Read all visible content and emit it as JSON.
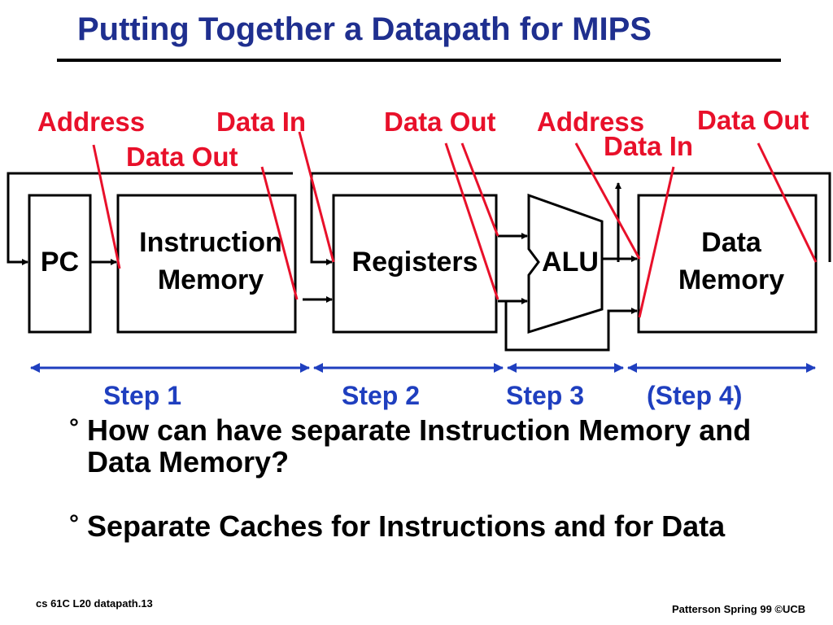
{
  "title": "Putting Together a Datapath for MIPS",
  "labels": {
    "im_address": "Address",
    "im_data_in": "Data In",
    "im_data_out": "Data Out",
    "reg_data_out": "Data Out",
    "dm_address": "Address",
    "dm_data_in": "Data In",
    "dm_data_out": "Data Out"
  },
  "boxes": {
    "pc": "PC",
    "instruction_memory_line1": "Instruction",
    "instruction_memory_line2": "Memory",
    "registers": "Registers",
    "alu": "ALU",
    "data_memory_line1": "Data",
    "data_memory_line2": "Memory"
  },
  "steps": [
    "Step 1",
    "Step 2",
    "Step 3",
    "(Step 4)"
  ],
  "bullets": [
    {
      "mark": "°",
      "text": "How can have separate Instruction Memory and Data Memory?"
    },
    {
      "mark": "°",
      "text": "Separate Caches for Instructions and for Data"
    }
  ],
  "footer": {
    "left": "cs 61C  L20  datapath.13",
    "right": "Patterson Spring 99  ©UCB"
  },
  "colors": {
    "title": "#1f2f8f",
    "labels": "#e8102a",
    "steps": "#1f3fbf",
    "lines": "#000000"
  }
}
